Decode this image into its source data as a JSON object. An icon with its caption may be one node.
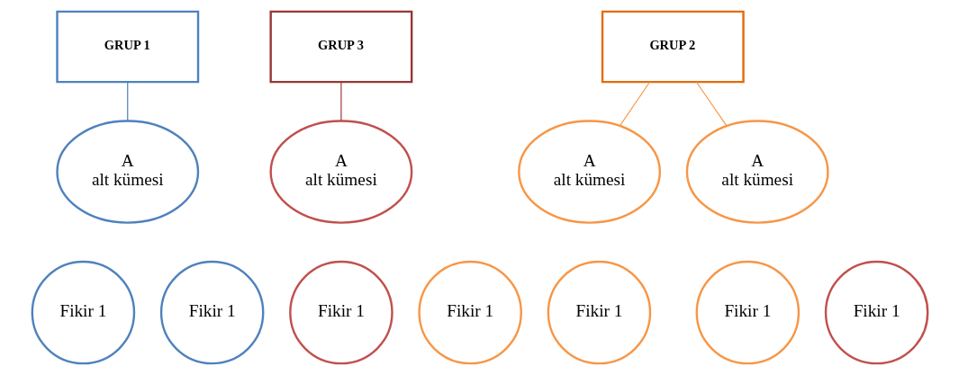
{
  "diagram": {
    "nodes": [
      {
        "text": [
          "GRUP 1"
        ]
      },
      {
        "text": [
          "GRUP 2"
        ]
      },
      {
        "text": [
          "GRUP 3"
        ]
      },
      {
        "text": [
          "A",
          "alt kümesi"
        ]
      },
      {
        "text": [
          "A",
          "alt kümesi"
        ]
      },
      {
        "text": [
          "A",
          "alt kümesi"
        ]
      },
      {
        "text": [
          "A",
          "alt kümesi"
        ]
      },
      {
        "text": [
          "Fikir 1"
        ]
      },
      {
        "text": [
          "Fikir 1"
        ]
      },
      {
        "text": [
          "Fikir 1"
        ]
      },
      {
        "text": [
          "Fikir 1"
        ]
      },
      {
        "text": [
          "Fikir 1"
        ]
      },
      {
        "text": [
          "Fikir 1"
        ]
      },
      {
        "text": [
          "Fikir 1"
        ]
      }
    ],
    "edges": [
      {
        "from": 0,
        "to": 3,
        "arrow": "none",
        "color": "#4a7ebb"
      },
      {
        "from": 1,
        "to": 4,
        "arrow": "none"
      },
      {
        "from": 1,
        "to": 5,
        "arrow": "none"
      },
      {
        "from": 2,
        "to": 6,
        "arrow": "none",
        "color": "#a0383a"
      }
    ]
  }
}
